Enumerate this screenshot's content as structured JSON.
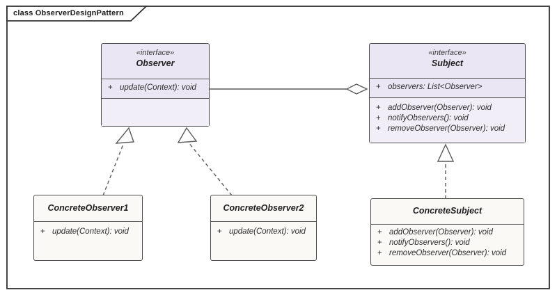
{
  "frame": {
    "title": "class ObserverDesignPattern"
  },
  "colors": {
    "interface_fill": "#eae6f3",
    "interface_fill_light": "#f1eef8",
    "class_fill": "#fbf9f6",
    "border": "#4d4d4d",
    "connector": "#5a5a5a",
    "text": "#2d2d2d"
  },
  "classes": {
    "observer": {
      "stereotype": "«interface»",
      "name": "Observer",
      "operations": [
        {
          "vis": "+",
          "sig": "update(Context): void"
        }
      ]
    },
    "subject": {
      "stereotype": "«interface»",
      "name": "Subject",
      "attributes": [
        {
          "vis": "+",
          "sig": "observers: List<Observer>"
        }
      ],
      "operations": [
        {
          "vis": "+",
          "sig": "addObserver(Observer): void"
        },
        {
          "vis": "+",
          "sig": "notifyObservers(): void"
        },
        {
          "vis": "+",
          "sig": "removeObserver(Observer): void"
        }
      ]
    },
    "concrete_observer1": {
      "name": "ConcreteObserver1",
      "operations": [
        {
          "vis": "+",
          "sig": "update(Context): void"
        }
      ]
    },
    "concrete_observer2": {
      "name": "ConcreteObserver2",
      "operations": [
        {
          "vis": "+",
          "sig": "update(Context): void"
        }
      ]
    },
    "concrete_subject": {
      "name": "ConcreteSubject",
      "operations": [
        {
          "vis": "+",
          "sig": "addObserver(Observer): void"
        },
        {
          "vis": "+",
          "sig": "notifyObservers(): void"
        },
        {
          "vis": "+",
          "sig": "removeObserver(Observer): void"
        }
      ]
    }
  },
  "relationships": [
    {
      "type": "aggregation",
      "from": "Observer",
      "to": "Subject"
    },
    {
      "type": "realization",
      "from": "ConcreteObserver1",
      "to": "Observer"
    },
    {
      "type": "realization",
      "from": "ConcreteObserver2",
      "to": "Observer"
    },
    {
      "type": "realization",
      "from": "ConcreteSubject",
      "to": "Subject"
    }
  ]
}
